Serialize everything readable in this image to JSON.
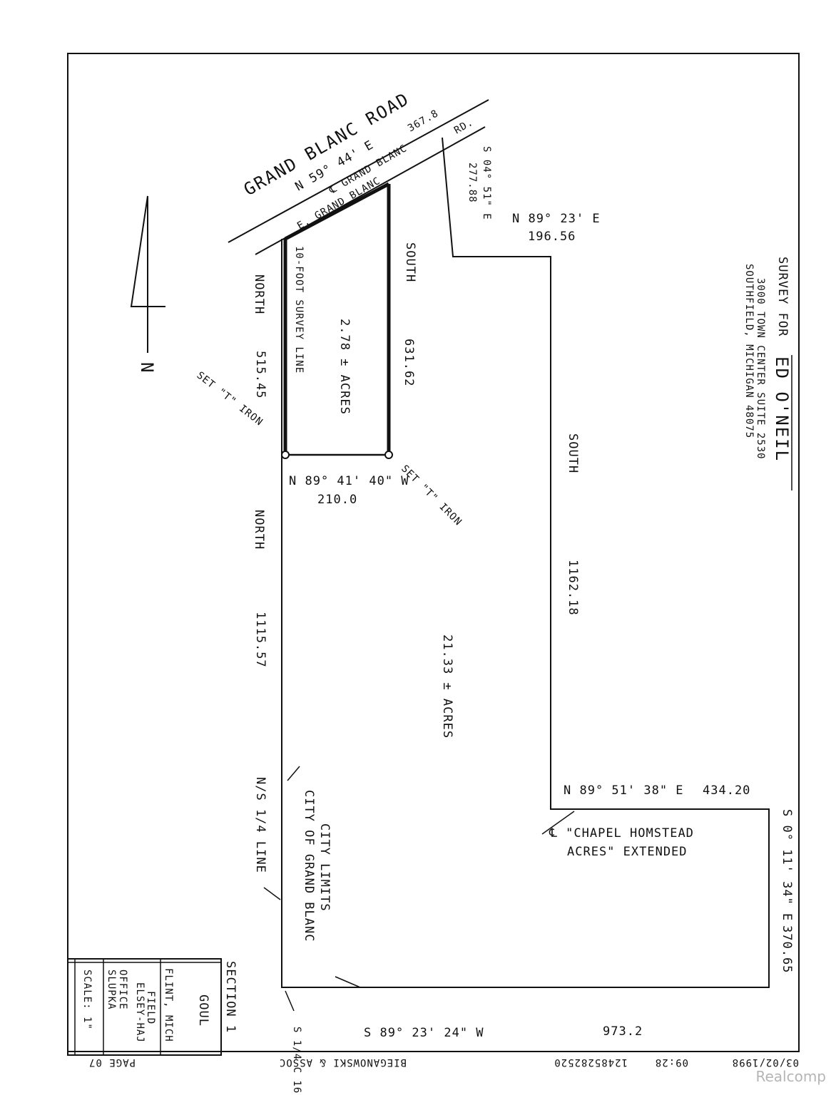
{
  "road_name": "GRAND BLANC ROAD",
  "road_frontage": "367.8",
  "road_bearing": "N 59° 44' E",
  "road_centerline": "℄ GRAND BLANC",
  "road_centerline2": "E. GRAND BLANC",
  "rd_label": "RD.",
  "east_bearing_top": "S 04° 51\" E",
  "east_dist_top": "277.88",
  "jog_bearing": "N 89° 23' E",
  "jog_dist": "196.56",
  "south_label_1": "SOUTH",
  "south_dist_1": "631.62",
  "survey_line_label": "10-FOOT SURVEY LINE",
  "north_label_1": "NORTH",
  "north_dist_1": "515.45",
  "acres_small": "2.78 ± ACRES",
  "acres_large": "21.33 ± ACRES",
  "set_iron_1": "SET \"T\" IRON",
  "set_iron_2": "SET \"T\" IRON",
  "bottom_small_bearing": "N 89° 41' 40\" W",
  "bottom_small_dist": "210.0",
  "north_label_2": "NORTH",
  "north_dist_2": "1115.57",
  "south_label_2": "SOUTH",
  "south_dist_2": "1162.18",
  "survey_for": "SURVEY FOR",
  "client_name": "ED O'NEIL",
  "client_address": "3000 TOWN CENTER SUITE 2530",
  "client_city": "SOUTHFIELD, MICHIGAN 48075",
  "mid_bearing": "N 89° 51' 38\" E",
  "mid_dist": "434.20",
  "chapel_line1": "℄ \"CHAPEL HOMSTEAD",
  "chapel_line2": "ACRES\" EXTENDED",
  "east_bearing_bottom": "S 0° 11' 34\" E",
  "east_dist_bottom": "370.65",
  "city_limits_1": "CITY LIMITS",
  "city_limits_2": "CITY OF GRAND BLANC",
  "quarter_line": "N/S 1/4 LINE",
  "bottom_bearing": "S 89° 23' 24\" W",
  "bottom_dist": "973.2",
  "corner_label": "S 1/4 C 16",
  "north_arrow": "N",
  "titleblock": {
    "section": "SECTION 1",
    "township": "GOUL",
    "city": "FLINT, MICH",
    "field": "FIELD",
    "field_name": "ELSEY-HAJ",
    "office": "OFFICE",
    "office_name": "SLUPKA",
    "scale": "SCALE: 1\""
  },
  "fax_date": "03/02/1998",
  "fax_time": "09:28",
  "fax_phone": "12485282520",
  "fax_sender": "BIEGANOWSKI & ASSOC",
  "fax_page": "PAGE 07",
  "watermark": "Realcomp"
}
